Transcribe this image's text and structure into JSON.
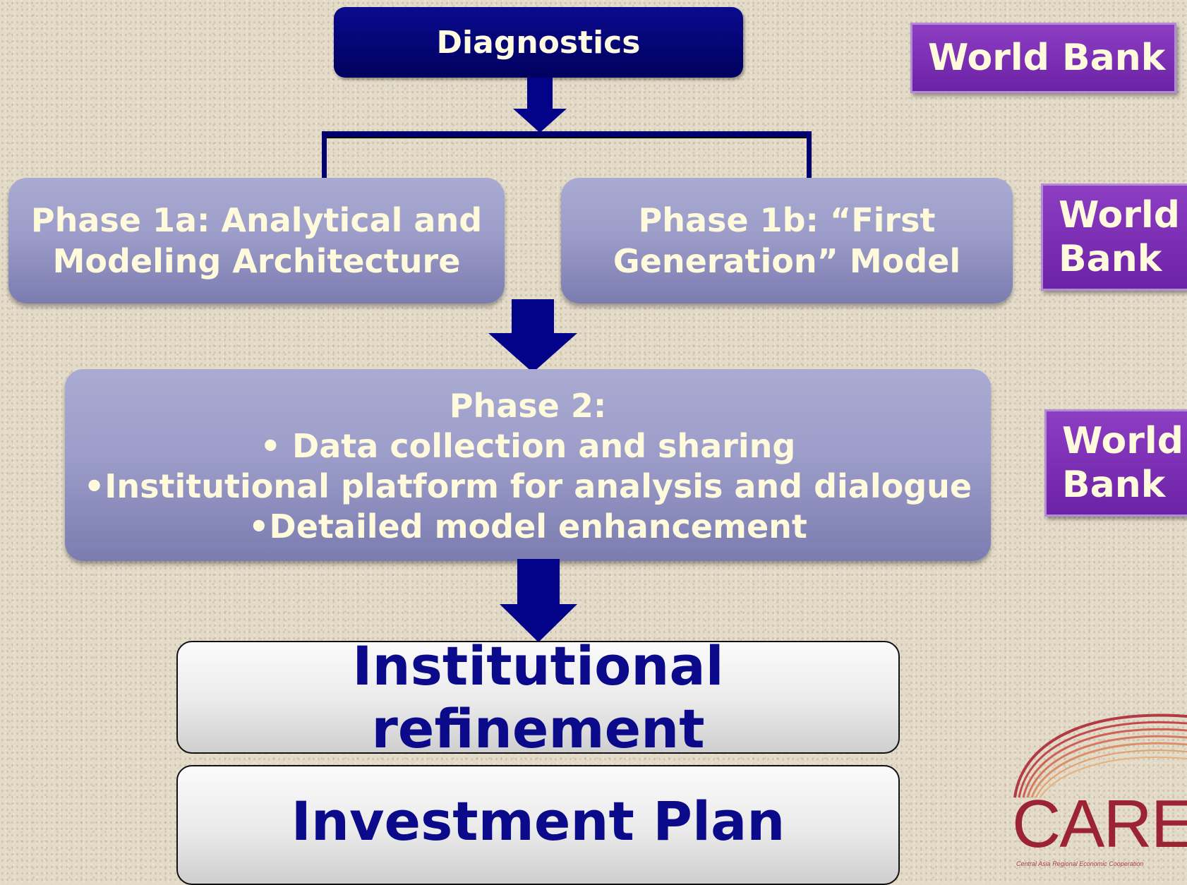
{
  "diagnostics": "Diagnostics",
  "phase1a": {
    "line1": "Phase 1a:  Analytical and",
    "line2": "Modeling Architecture"
  },
  "phase1b": {
    "line1": "Phase 1b:  “First",
    "line2": "Generation” Model"
  },
  "phase2": {
    "title": "Phase 2:",
    "items": [
      "•  Data collection and sharing",
      "•Institutional platform for analysis and dialogue",
      "•Detailed model enhancement"
    ]
  },
  "institutional": "Institutional refinement",
  "investment": "Investment Plan",
  "world_bank_labels": [
    "World Bank",
    "World",
    "Bank",
    "World",
    "Bank"
  ],
  "logo": {
    "text": "CAREC",
    "subtitle": "Central Asia Regional Economic Cooperation"
  },
  "colors": {
    "navy": "#00006e",
    "phase_fill": "#9c9dc9",
    "purple": "#7a2fb6",
    "text_light": "#fffadb",
    "carec_red": "#9b2332"
  }
}
